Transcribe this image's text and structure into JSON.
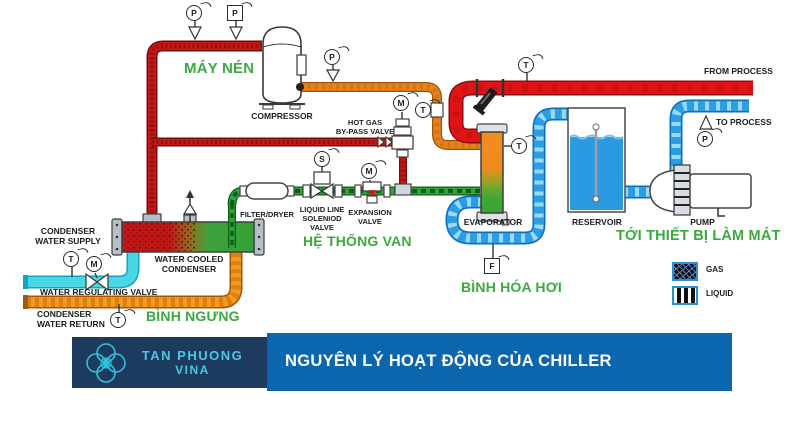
{
  "diagram": {
    "labels": {
      "may_nen": "MÁY NÉN",
      "compressor": "COMPRESSOR",
      "hot_gas_bypass": "HOT GAS\nBY-PASS VALVE",
      "filter_dryer": "FILTER/DRYER",
      "liquid_line_solenoid": "LIQUID LINE\nSOLENIOD\nVALVE",
      "expansion_valve": "EXPANSION\nVALVE",
      "he_thong_van": "HỆ THỐNG VAN",
      "condenser_water_supply": "CONDENSER\nWATER SUPPLY",
      "water_regulating_valve": "WATER REGULATING VALVE",
      "condenser_water_return": "CONDENSER\nWATER RETURN",
      "water_cooled_condenser": "WATER COOLED\nCONDENSER",
      "binh_ngung": "BÌNH NGƯNG",
      "evaporator": "EVAPORATOR",
      "binh_hoa_hoi": "BÌNH HÓA HƠI",
      "reservoir": "RESERVOIR",
      "pump": "PUMP",
      "toi_thiet_bi_lam_mat": "TỚI THIẾT BỊ LÀM MÁT",
      "from_process": "FROM PROCESS",
      "to_process": "TO PROCESS"
    },
    "gauges": {
      "pressure": "P",
      "temperature": "T",
      "motor": "M",
      "solenoid_signal": "S",
      "flow": "F"
    },
    "legend": {
      "gas": "GAS",
      "liquid": "LIQUID"
    },
    "colors": {
      "hot_gas_red": "#c01818",
      "process_red": "#e01414",
      "discharge_orange": "#e8821e",
      "return_orange": "#f5991f",
      "supply_cyan": "#49d7e6",
      "chilled_blue": "#2d9de2",
      "liquid_green": "#2fa23a",
      "label_green": "#3aaa3e"
    }
  },
  "banner": {
    "brand_line1": "TAN PHUONG",
    "brand_line2": "VINA",
    "title": "NGUYÊN LÝ HOẠT ĐỘNG CỦA CHILLER",
    "colors": {
      "banner_navy": "#1d3a5f",
      "banner_blue": "#0b66ad",
      "brand_cyan": "#49c8e0"
    }
  }
}
